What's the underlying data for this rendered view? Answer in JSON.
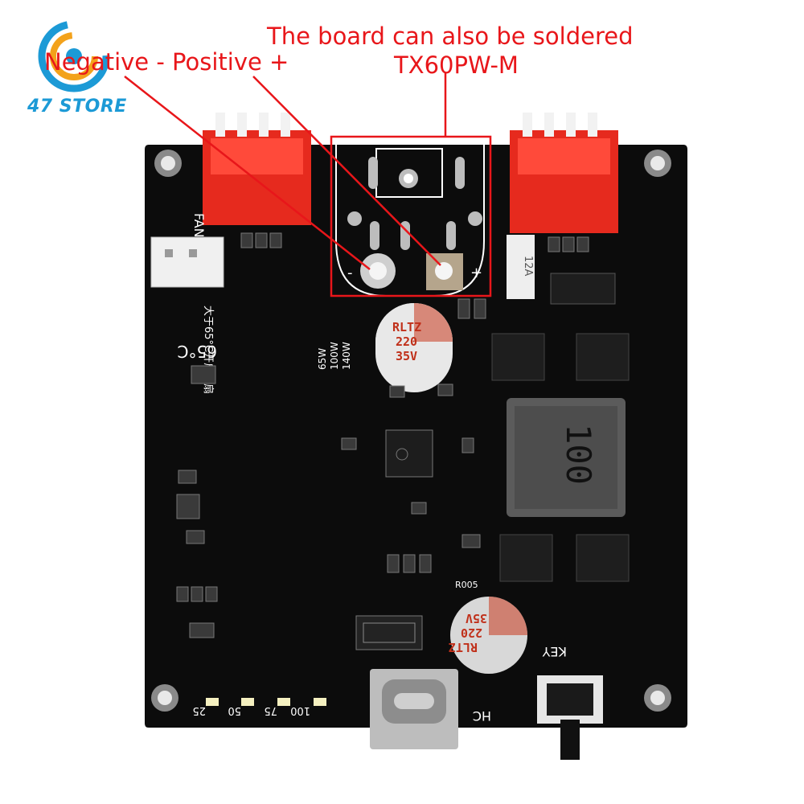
{
  "store": {
    "name": "47 STORE",
    "brand_color": "#1c9ad6",
    "accent_color": "#f3a21b"
  },
  "annotations": {
    "solder_note": "The board can also be soldered",
    "model": "TX60PW-M",
    "polarity": "Negative - Positive +",
    "color": "#e8161a"
  },
  "board": {
    "fan_label": "FAN",
    "fuse_label": "12A",
    "wattage_labels": [
      "65W",
      "100W",
      "140W"
    ],
    "temp_label": "65°C",
    "chinese_label": "大于65°C开启风扇",
    "capacitor_top": [
      "RLTZ",
      "220",
      "35V"
    ],
    "capacitor_bottom": [
      "RLTZ",
      "220",
      "35V"
    ],
    "inductor_label": "100",
    "key_label": "KEY",
    "hc_label": "HC",
    "level_labels": [
      "25",
      "50",
      "75",
      "100"
    ],
    "r005_label": "R005",
    "pad_minus": "-",
    "pad_plus": "+"
  }
}
